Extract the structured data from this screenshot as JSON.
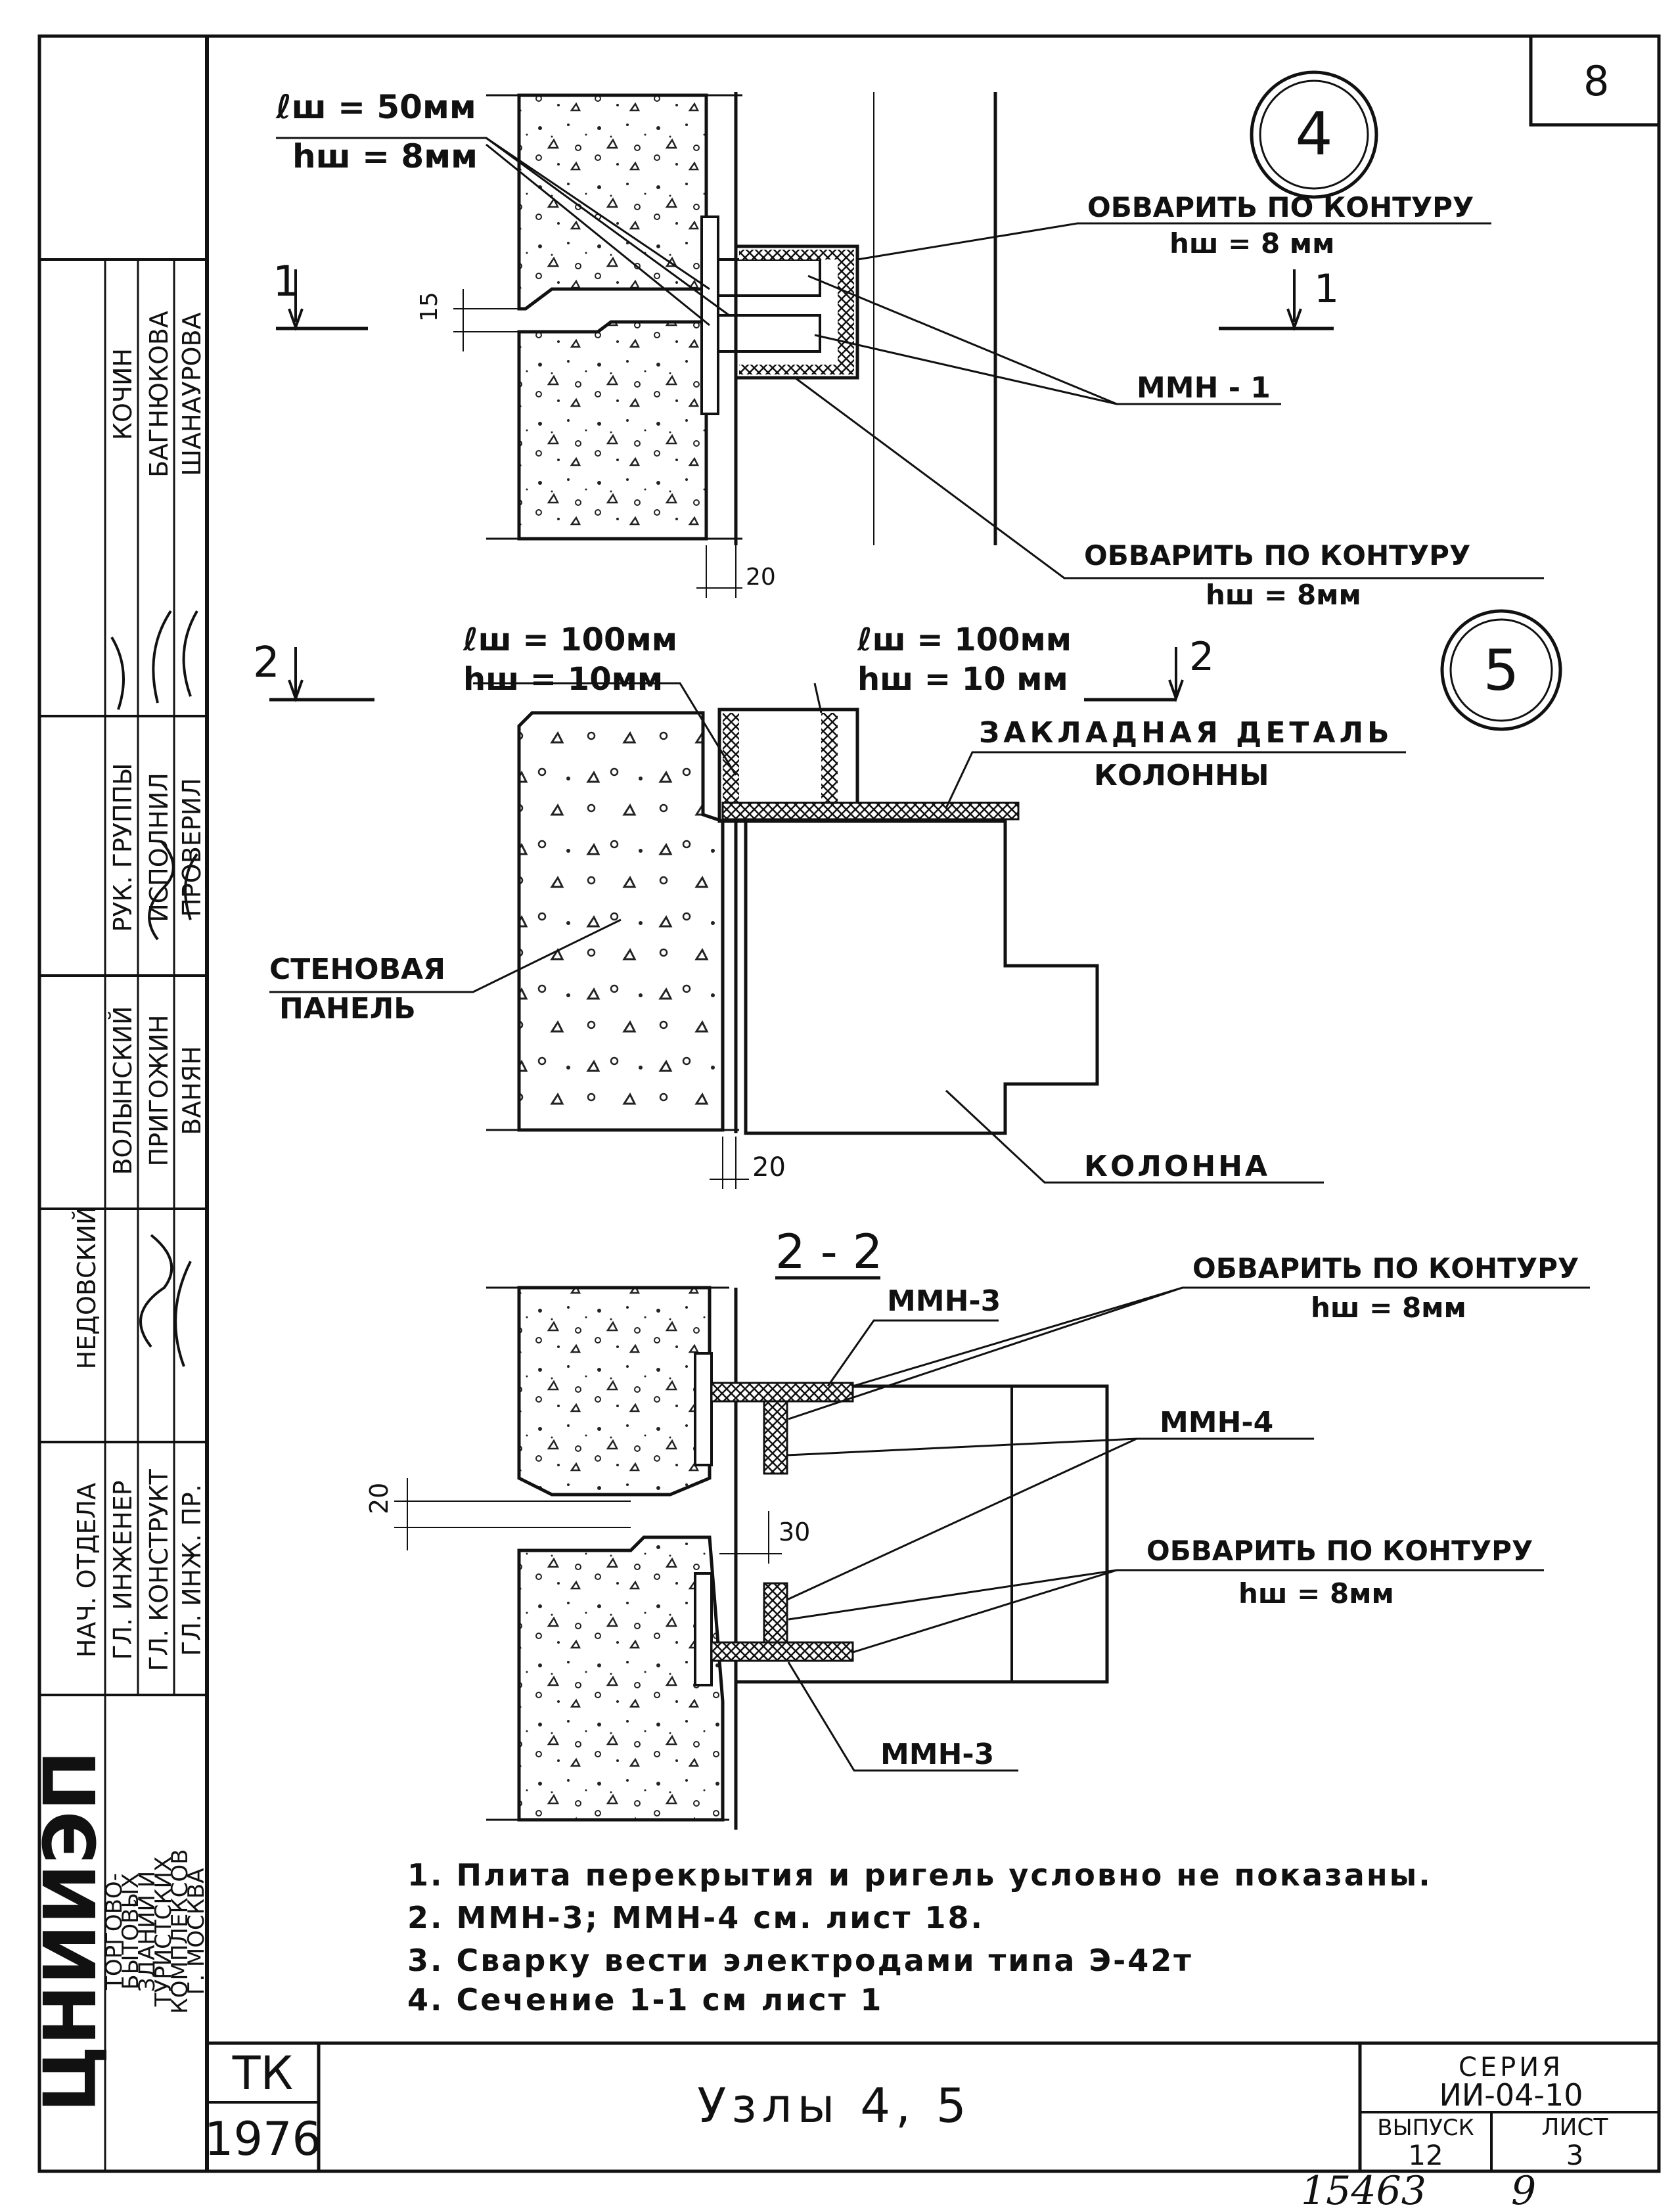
{
  "sheet": {
    "sheet_number": "8",
    "footer_left": "15463",
    "footer_right": "9"
  },
  "node4": {
    "circle_label": "4",
    "weld_len": "ℓш = 50мм",
    "weld_h": "hш = 8мм",
    "dim_15": "15",
    "dim_20": "20",
    "section_left": "1",
    "section_right": "1",
    "weld_top_line1": "ОБВАРИТЬ ПО КОНТУРУ",
    "weld_top_line2": "hш = 8 мм",
    "mmn1": "ММН - 1",
    "weld_bottom_line1": "ОБВАРИТЬ ПО КОНТУРУ",
    "weld_bottom_line2": "hш = 8мм"
  },
  "node5": {
    "circle_label": "5",
    "section_left": "2",
    "section_right": "2",
    "weld1_len": "ℓш = 100мм",
    "weld1_h": "hш = 10мм",
    "weld2_len": "ℓш = 100мм",
    "weld2_h": "hш = 10 мм",
    "embed_line1": "ЗАКЛАДНАЯ ДЕТАЛЬ",
    "embed_line2": "КОЛОННЫ",
    "panel_line1": "СТЕНОВАЯ",
    "panel_line2": "ПАНЕЛЬ",
    "column": "КОЛОННА",
    "dim_20": "20"
  },
  "section22": {
    "title": "2 - 2",
    "mmn3_top": "ММН-3",
    "weld_top_line1": "ОБВАРИТЬ ПО КОНТУРУ",
    "weld_top_line2": "hш = 8мм",
    "mmn4": "ММН-4",
    "dim_20": "20",
    "dim_30": "30",
    "weld_bottom_line1": "ОБВАРИТЬ ПО КОНТУРУ",
    "weld_bottom_line2": "hш = 8мм",
    "mmn3_bottom": "ММН-3"
  },
  "notes": [
    "1. Плита перекрытия и ригель условно не показаны.",
    "2. ММН-3; ММН-4 см. лист 18.",
    "3. Сварку вести электродами типа Э-42т",
    "4. Сечение 1-1 см лист 1"
  ],
  "title_block": {
    "code": "ТК",
    "year": "1976",
    "title": "Узлы 4, 5",
    "series_label": "СЕРИЯ",
    "series_value": "ИИ-04-10",
    "issue_label": "ВЫПУСК",
    "issue_value": "12",
    "sheet_label": "ЛИСТ",
    "sheet_value": "3"
  },
  "side_stamp": {
    "org_logo": "ЦНИИЭП",
    "org_lines": [
      "ТОРГОВО-",
      "БЫТОВЫХ",
      "ЗДАНИЙ И",
      "ТУРИСТСКИХ",
      "КОМПЛЕКСОВ",
      "Г. МОСКВА"
    ],
    "roles": [
      "НАЧ. ОТДЕЛА",
      "ГЛ. ИНЖЕНЕР",
      "ГЛ. КОНСТРУКТ",
      "ГЛ. ИНЖ. ПР."
    ],
    "names": [
      "НЕДОВСКИЙ",
      "ВОЛЫНСКИЙ",
      "ПРИГОЖИН",
      "ВАНЯН"
    ],
    "roles2": [
      "РУК. ГРУППЫ",
      "ИСПОЛНИЛ",
      "ПРОВЕРИЛ"
    ],
    "names2": [
      "КОЧИН",
      "БАГНЮКОВА",
      "ШАНАУРОВА"
    ]
  }
}
